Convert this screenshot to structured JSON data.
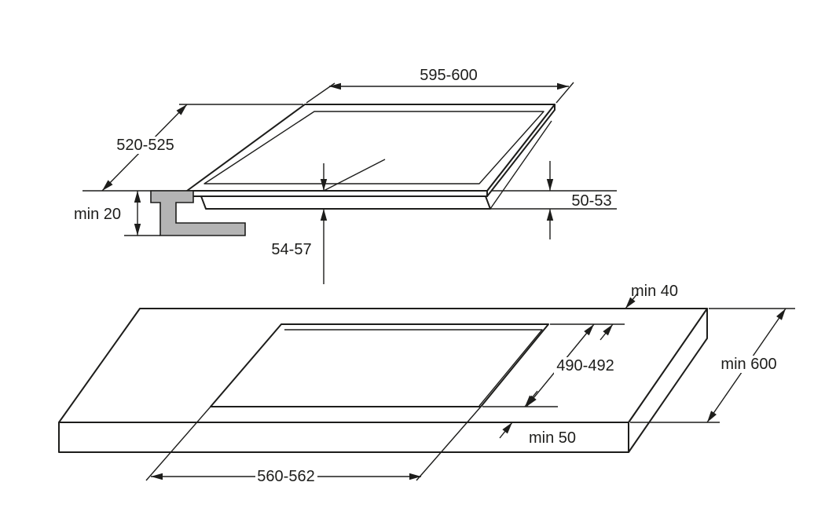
{
  "colors": {
    "line": "#1d1d1b",
    "bracket_fill": "#b4b4b4",
    "background": "#ffffff"
  },
  "top_view": {
    "hob_width": "595-600",
    "hob_depth": "520-525",
    "hob_edge_height": "50-53",
    "hob_total_height": "54-57",
    "min_clearance_below": "min 20"
  },
  "bottom_view": {
    "rear_clearance": "min 40",
    "cutout_depth": "490-492",
    "worktop_min_depth": "min 600",
    "front_clearance": "min 50",
    "cutout_width": "560-562"
  }
}
